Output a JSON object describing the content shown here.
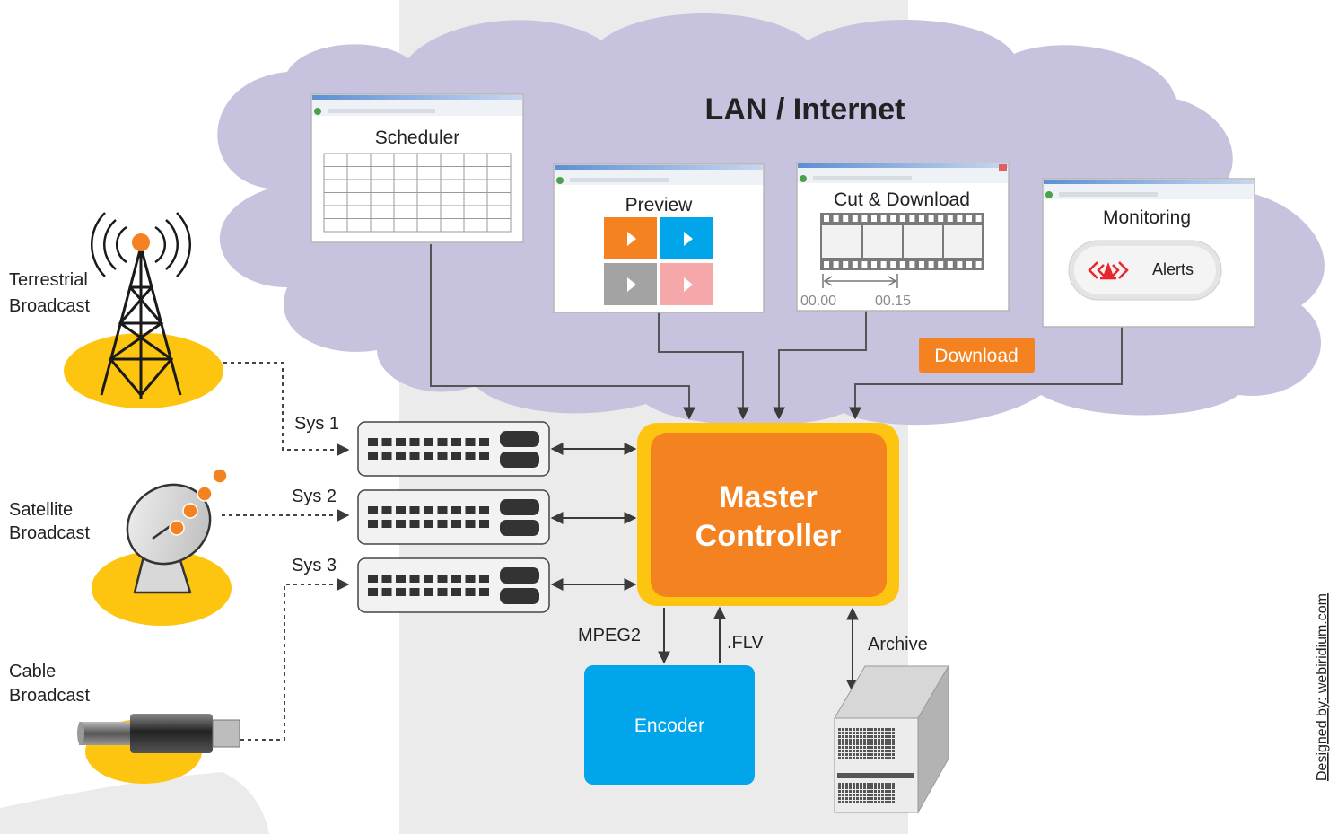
{
  "cloud": {
    "title": "LAN / Internet",
    "color": "#c7c3df"
  },
  "windows": {
    "scheduler": {
      "title": "Scheduler"
    },
    "preview": {
      "title": "Preview"
    },
    "cut": {
      "title": "Cut & Download",
      "time_start": "00.00",
      "time_end": "00.15"
    },
    "monitoring": {
      "title": "Monitoring",
      "alerts_label": "Alerts"
    }
  },
  "download_button": {
    "label": "Download",
    "color": "#f5821f"
  },
  "sources": {
    "terrestrial": {
      "line1": "Terrestrial",
      "line2": "Broadcast"
    },
    "satellite": {
      "line1": "Satellite",
      "line2": "Broadcast"
    },
    "cable": {
      "line1": "Cable",
      "line2": "Broadcast"
    }
  },
  "systems": [
    {
      "label": "Sys 1"
    },
    {
      "label": "Sys 2"
    },
    {
      "label": "Sys 3"
    }
  ],
  "master": {
    "line1": "Master",
    "line2": "Controller",
    "color": "#f58220",
    "border_color": "#fdc50f"
  },
  "encoder": {
    "label": "Encoder",
    "color": "#00a6e9"
  },
  "flow_labels": {
    "mpeg2": "MPEG2",
    "flv": ".FLV",
    "archive": "Archive"
  },
  "credit": "Designed by: webiridium.com",
  "colors": {
    "orange": "#f58220",
    "blue": "#00a6e9",
    "yellow": "#fdc50f",
    "gray": "#a3a3a3",
    "pink": "#f5a7a9",
    "alert_red": "#e8262b"
  }
}
